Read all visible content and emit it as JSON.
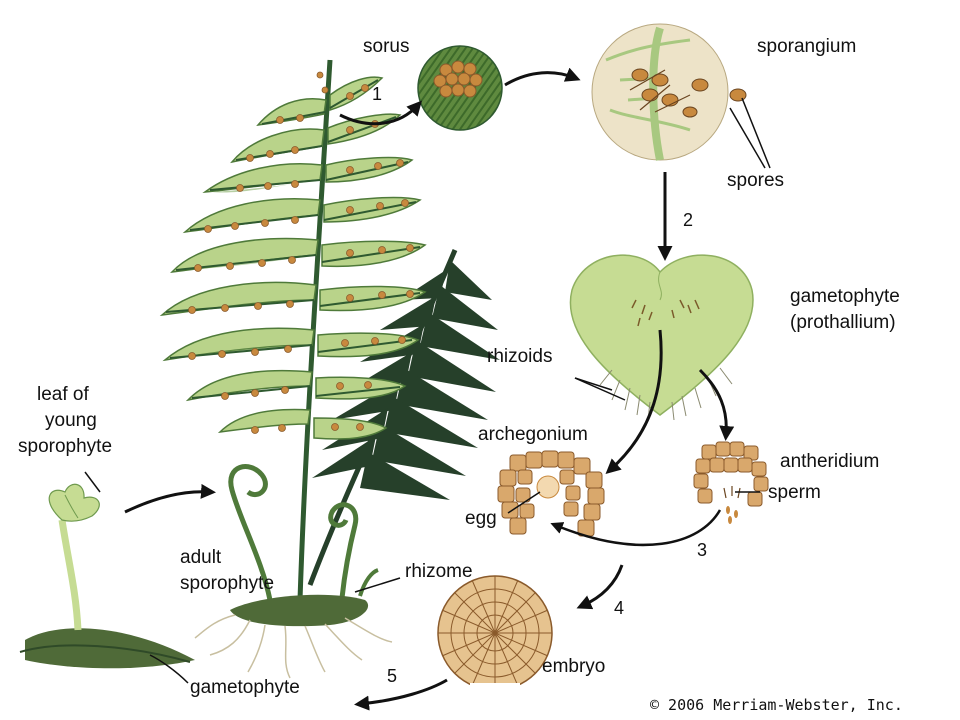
{
  "labels": {
    "sorus": "sorus",
    "sporangium": "sporangium",
    "spores": "spores",
    "gametophyte_prothallium_line1": "gametophyte",
    "gametophyte_prothallium_line2": "(prothallium)",
    "rhizoids": "rhizoids",
    "archegonium": "archegonium",
    "antheridium": "antheridium",
    "sperm": "sperm",
    "egg": "egg",
    "embryo": "embryo",
    "rhizome": "rhizome",
    "adult_sporophyte_line1": "adult",
    "adult_sporophyte_line2": "sporophyte",
    "leaf_young_line1": "leaf of",
    "leaf_young_line2": "young",
    "leaf_young_line3": "sporophyte",
    "gametophyte_bottom": "gametophyte"
  },
  "steps": [
    "1",
    "2",
    "3",
    "4",
    "5"
  ],
  "copyright": "© 2006 Merriam-Webster, Inc.",
  "colors": {
    "frond_light": "#b9d38a",
    "frond_mid": "#6f9a4e",
    "frond_dark": "#26402a",
    "sorus_orange": "#c8893e",
    "sporangium_bg": "#ede3c8",
    "prothallium": "#c6dc93",
    "cells": "#d9a86c",
    "cell_edge": "#8a5a2b",
    "arrow": "#111111"
  }
}
